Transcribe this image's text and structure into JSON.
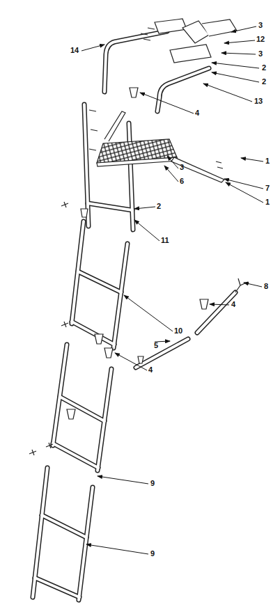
{
  "diagram": {
    "labels": [
      "14",
      "3",
      "12",
      "3",
      "2",
      "2",
      "13",
      "4",
      "1",
      "7",
      "1",
      "3",
      "6",
      "2",
      "11",
      "8",
      "10",
      "5",
      "4",
      "4",
      "9",
      "9"
    ]
  }
}
